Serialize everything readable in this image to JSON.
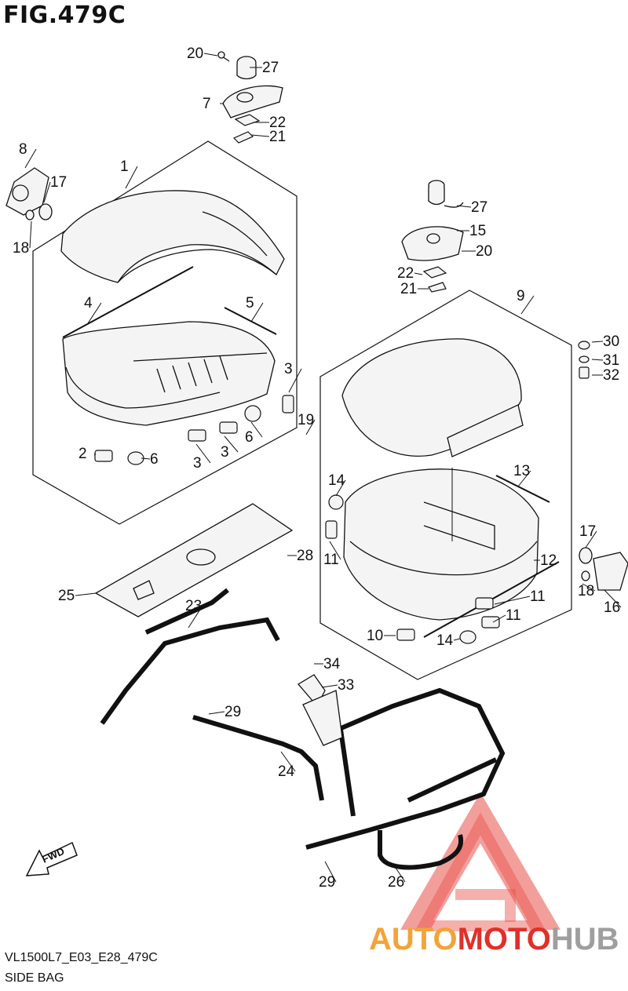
{
  "figure_title": "FIG.479C",
  "footer": {
    "code": "VL1500L7_E03_E28_479C",
    "caption": "SIDE BAG"
  },
  "direction_label": "FWD",
  "watermark": {
    "auto": "AUTO",
    "moto": "MOTO",
    "hub": "HUB",
    "colors": {
      "auto": "#f2a33a",
      "moto": "#e0302a",
      "hub": "#9e9e9e"
    }
  },
  "callouts": [
    "20",
    "27",
    "7",
    "22",
    "21",
    "8",
    "17",
    "18",
    "1",
    "4",
    "5",
    "3",
    "2",
    "6",
    "3",
    "3",
    "6",
    "27",
    "15",
    "20",
    "22",
    "21",
    "9",
    "30",
    "31",
    "32",
    "19",
    "14",
    "11",
    "13",
    "17",
    "12",
    "28",
    "25",
    "23",
    "11",
    "11",
    "10",
    "14",
    "18",
    "16",
    "34",
    "33",
    "29",
    "24",
    "29",
    "26"
  ]
}
